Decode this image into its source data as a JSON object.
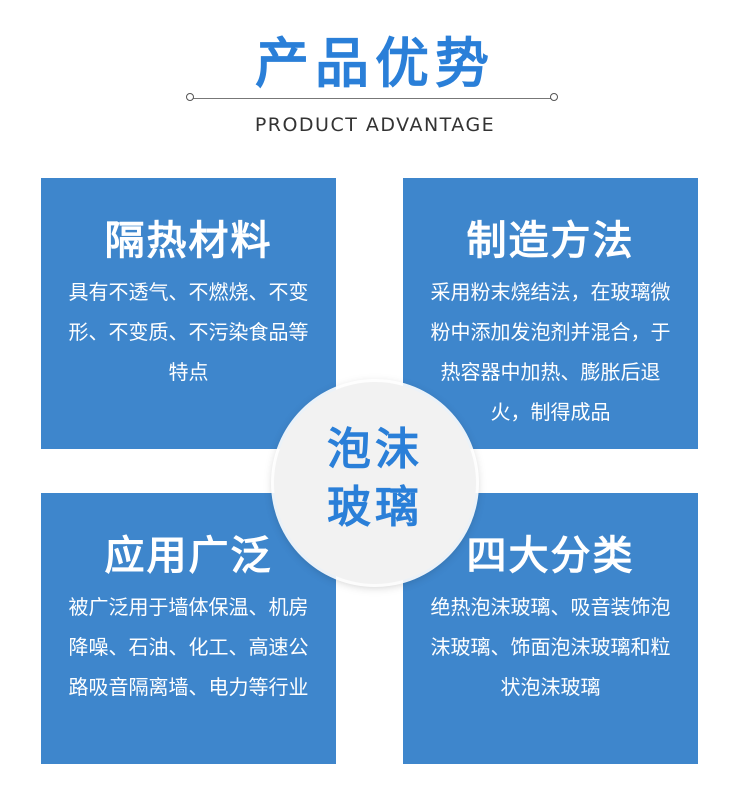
{
  "header": {
    "title": "产品优势",
    "subtitle": "PRODUCT ADVANTAGE"
  },
  "center": {
    "line1": "泡沫",
    "line2": "玻璃"
  },
  "cards": {
    "insulation": {
      "heading": "隔热材料",
      "lines": [
        "具有不透气、不燃烧、不变",
        "形、不变质、不污染食品等",
        "特点"
      ]
    },
    "method": {
      "heading": "制造方法",
      "lines": [
        "采用粉末烧结法，在玻璃微",
        "粉中添加发泡剂并混合，于",
        "热容器中加热、膨胀后退",
        "火，制得成品"
      ]
    },
    "application": {
      "heading": "应用广泛",
      "lines": [
        "被广泛用于墙体保温、机房",
        "降噪、石油、化工、高速公",
        "路吸音隔离墙、电力等行业"
      ]
    },
    "categories": {
      "heading": "四大分类",
      "lines": [
        "绝热泡沫玻璃、吸音装饰泡",
        "沫玻璃、饰面泡沫玻璃和粒",
        "状泡沫玻璃"
      ]
    }
  },
  "colors": {
    "accent": "#2a7fd8",
    "card_bg": "#3e86cc"
  }
}
